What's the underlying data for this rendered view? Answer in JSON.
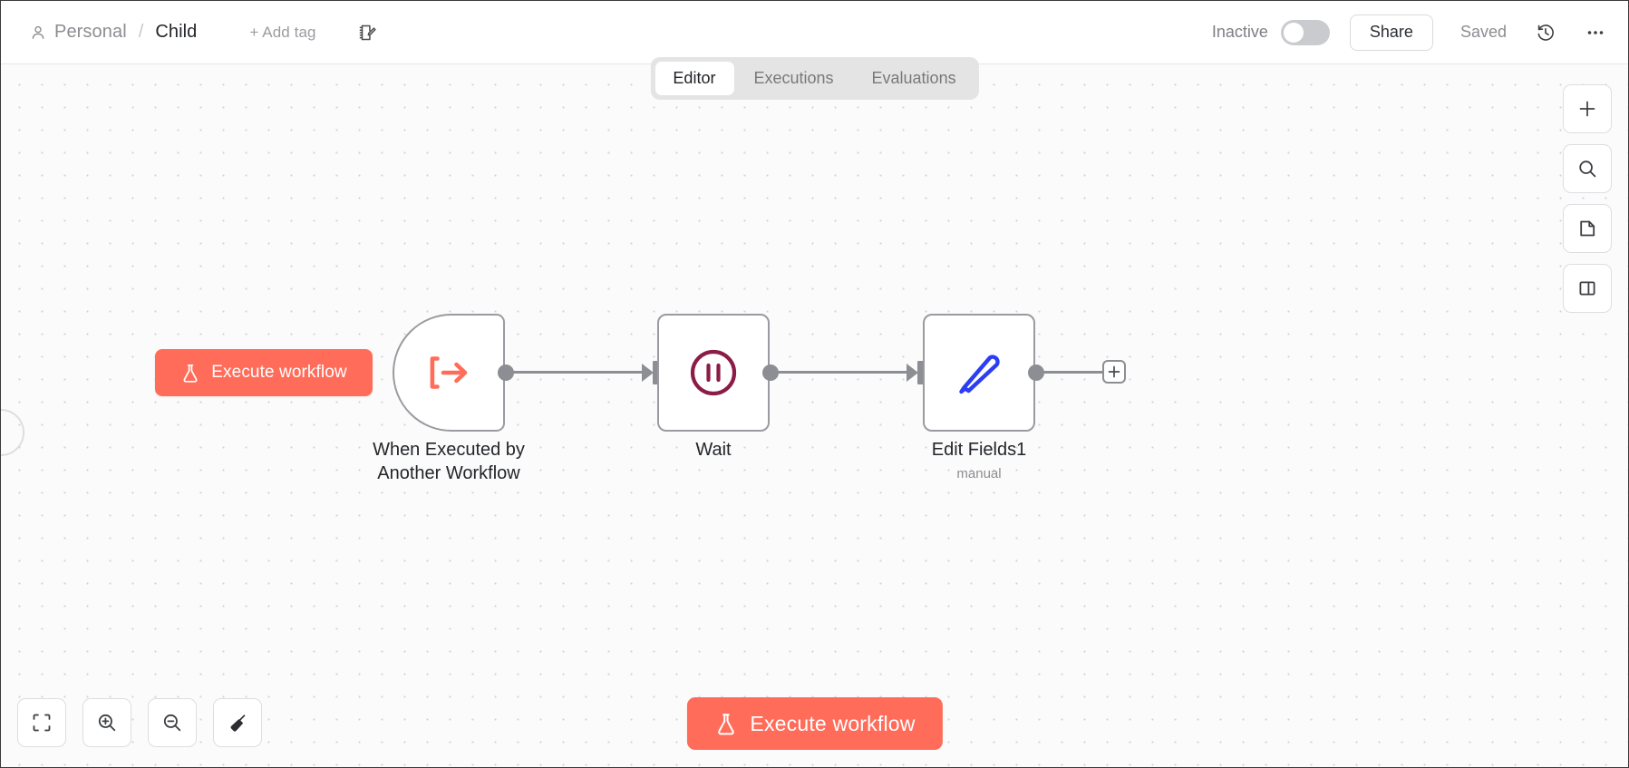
{
  "header": {
    "project": "Personal",
    "separator": "/",
    "workflow_name": "Child",
    "add_tag": "+ Add tag",
    "note_icon": "note-edit-icon",
    "person_icon": "person-icon",
    "active_state_label": "Inactive",
    "toggle_on": false,
    "share_label": "Share",
    "save_status": "Saved",
    "history_icon": "history-clock-icon",
    "more_icon": "more-horizontal-icon"
  },
  "tabs": {
    "items": [
      {
        "label": "Editor",
        "active": true
      },
      {
        "label": "Executions",
        "active": false
      },
      {
        "label": "Evaluations",
        "active": false
      }
    ]
  },
  "canvas": {
    "execute_chip_label": "Execute workflow",
    "execute_chip_icon": "flask-icon",
    "nodes": [
      {
        "name": "When Executed by Another Workflow",
        "label_line1": "When Executed by",
        "label_line2": "Another Workflow",
        "subtitle": "",
        "icon": "logout-arrow-icon",
        "icon_color": "#ff6d5a",
        "type": "trigger"
      },
      {
        "name": "Wait",
        "label_line1": "Wait",
        "label_line2": "",
        "subtitle": "",
        "icon": "pause-circle-icon",
        "icon_color": "#8a1c46",
        "type": "action"
      },
      {
        "name": "Edit Fields1",
        "label_line1": "Edit Fields1",
        "label_line2": "",
        "subtitle": "manual",
        "icon": "pen-icon",
        "icon_color": "#2b3df5",
        "type": "action"
      }
    ],
    "add_node_end_icon": "plus-icon"
  },
  "bottom_toolbar": {
    "buttons": [
      {
        "icon": "fit-view-icon",
        "name": "zoom-to-fit"
      },
      {
        "icon": "zoom-in-icon",
        "name": "zoom-in"
      },
      {
        "icon": "zoom-out-icon",
        "name": "zoom-out"
      },
      {
        "icon": "tidy-broom-icon",
        "name": "tidy-up"
      }
    ]
  },
  "execute_button": {
    "label": "Execute workflow",
    "icon": "flask-icon",
    "color": "#ff6d5a"
  },
  "right_toolbar": {
    "buttons": [
      {
        "icon": "plus-icon",
        "name": "add-node"
      },
      {
        "icon": "search-icon",
        "name": "search-nodes"
      },
      {
        "icon": "sticky-note-icon",
        "name": "add-sticky-note"
      },
      {
        "icon": "panel-toggle-icon",
        "name": "toggle-side-panel"
      }
    ]
  },
  "colors": {
    "accent": "#ff6d5a",
    "node_border": "#9a9ba0",
    "connector": "#8c8e93",
    "canvas_bg": "#fbfbfb"
  }
}
